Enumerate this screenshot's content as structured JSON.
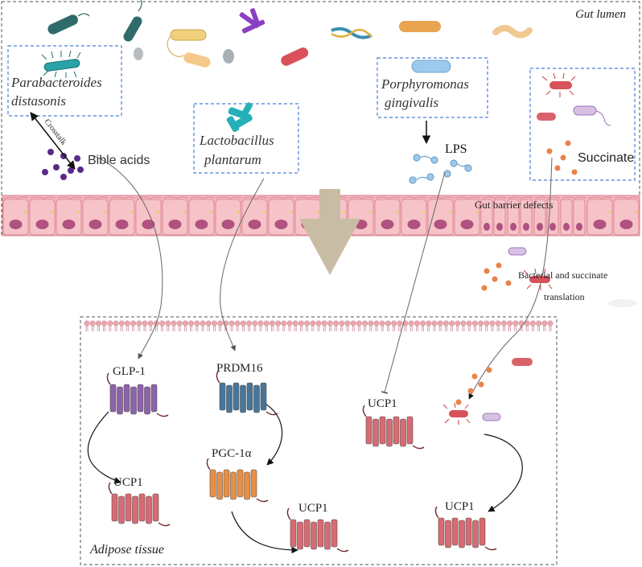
{
  "regions": {
    "lumen": "Gut lumen",
    "adipose": "Adipose tissue"
  },
  "bacteria": {
    "parabacteroides": [
      "Parabacteroides",
      "distasonis"
    ],
    "lactobacillus": [
      "Lactobacillus",
      "plantarum"
    ],
    "porphyromonas": [
      "Porphyromonas",
      "gingivalis"
    ]
  },
  "molecules": {
    "bile_acids": "Bible acids",
    "lps": "LPS",
    "succinate": "Succinate",
    "crosstalk": "Crosstalk"
  },
  "annotations": {
    "barrier": "Gut barrier defects",
    "translocation_line1": "Bacterial and succinate",
    "translocation_line2": "translation"
  },
  "proteins": {
    "glp1": "GLP-1",
    "ucp1_a": "UCP1",
    "prdm16": "PRDM16",
    "pgc1a": "PGC-1α",
    "ucp1_b": "UCP1",
    "ucp1_c": "UCP1",
    "ucp1_d": "UCP1"
  },
  "colors": {
    "glp1": "#8a5aa8",
    "prdm16": "#3f6f95",
    "pgc1a": "#e88a3a",
    "ucp1": "#d9636b",
    "epithelium": "#f4b6bd",
    "nucleus": "#b0517f",
    "membrane": "#e9a8b0",
    "arrow_big": "#c8bca4",
    "box_border": "#4a7fd6"
  }
}
